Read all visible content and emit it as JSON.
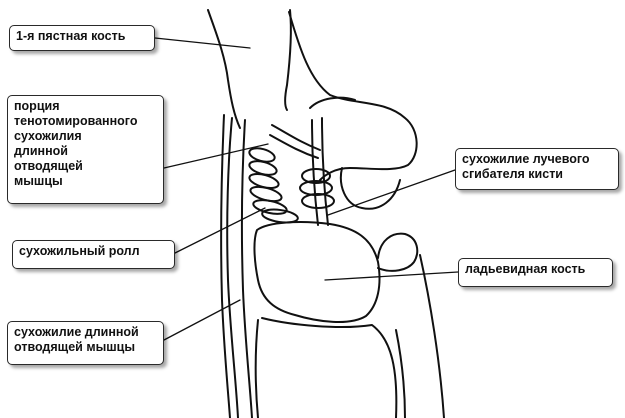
{
  "labels": {
    "metacarpal": "1-я пястная кость",
    "tendon_portion": "порция\nтенотомированного\nсухожилия\nдлинной\nотводящей\nмышцы",
    "tendon_roll": "сухожильный ролл",
    "apl_tendon": "сухожилие длинной\nотводящей мышцы",
    "fcr_tendon": "сухожилие лучевого\nсгибателя кисти",
    "scaphoid": "ладьевидная кость"
  },
  "colors": {
    "line": "#111111",
    "background": "#ffffff",
    "box_border": "#2a2a2a"
  }
}
